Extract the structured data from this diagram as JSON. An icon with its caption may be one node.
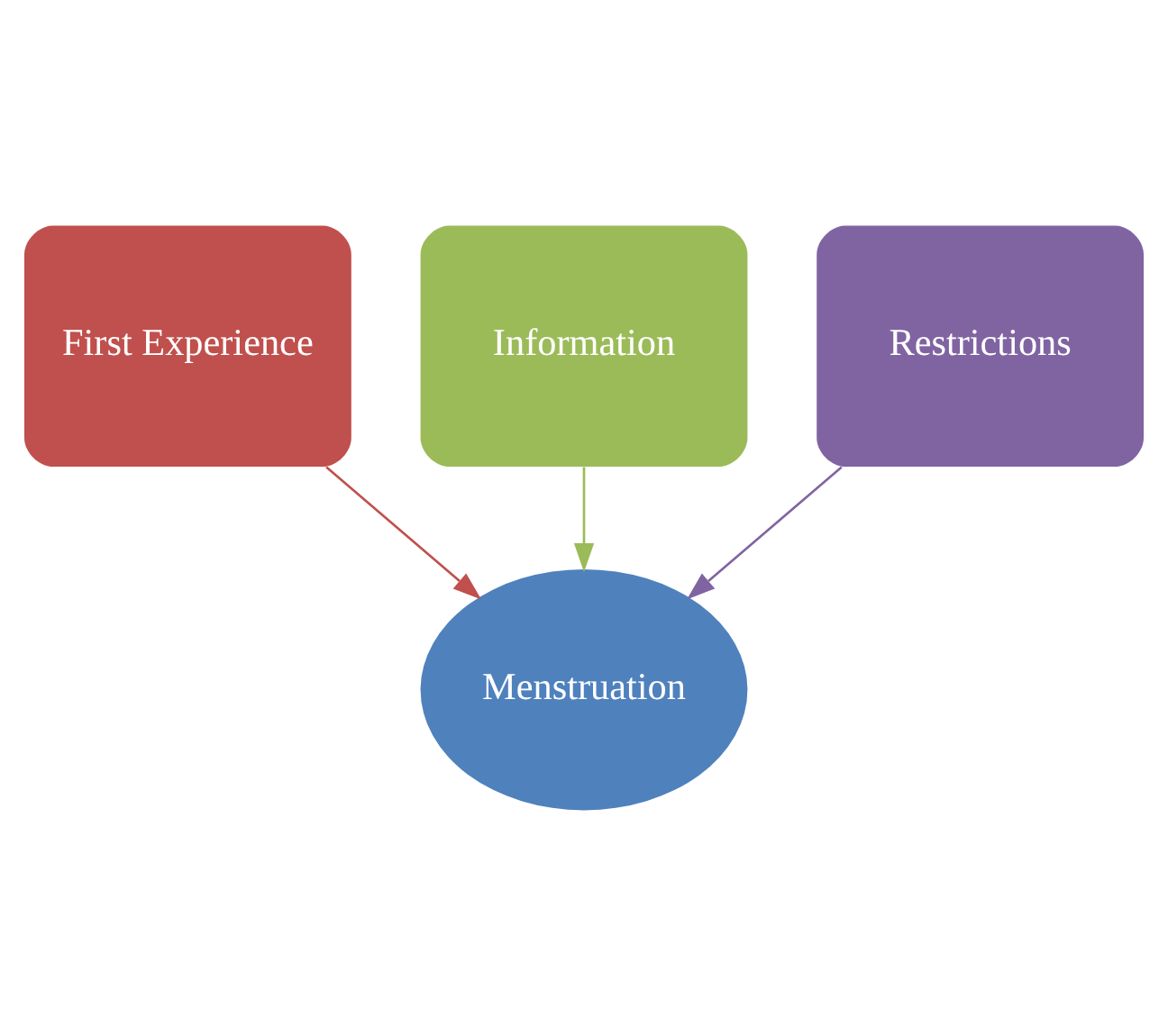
{
  "diagram": {
    "nodes": [
      {
        "text": [
          "Information"
        ]
      },
      {
        "text": [
          "First Experience"
        ]
      },
      {
        "text": [
          "Restrictions"
        ]
      },
      {
        "text": [
          "Menstruation"
        ]
      }
    ],
    "edges": [
      {
        "from": 0,
        "to": 3,
        "arrow": "to",
        "color": "#9bbb59"
      },
      {
        "from": 1,
        "to": 3,
        "arrow": "to",
        "color": "#c0504d"
      },
      {
        "from": 2,
        "to": 3,
        "arrow": "to",
        "color": "#8064a2"
      }
    ]
  }
}
